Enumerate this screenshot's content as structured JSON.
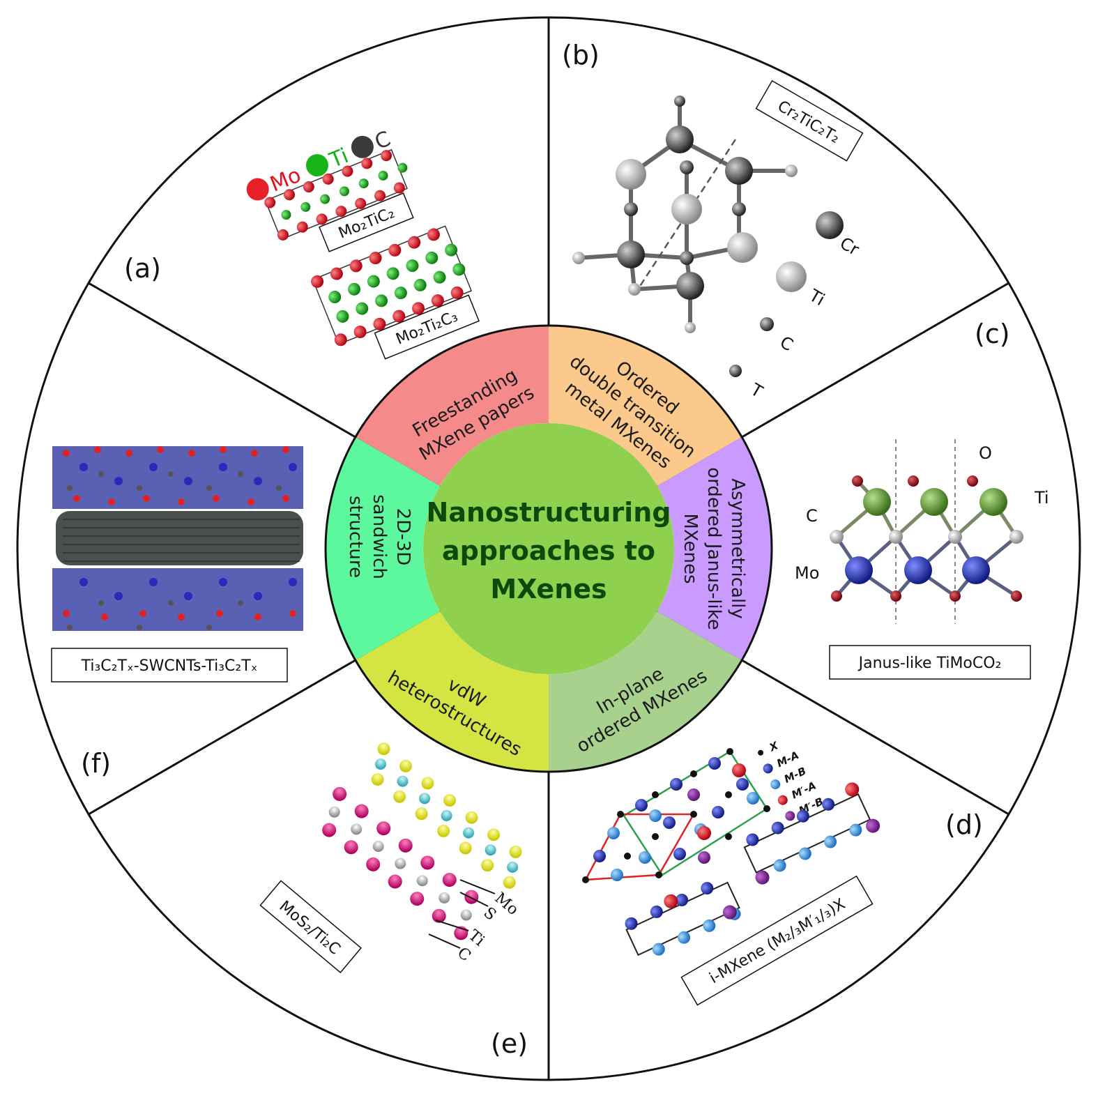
{
  "center": {
    "line1": "Nanostructuring",
    "line2": "approaches to",
    "line3": "MXenes",
    "color": "#8fd14f"
  },
  "segments": [
    {
      "id": "freestanding",
      "lines": [
        "Freestanding",
        "MXene papers"
      ],
      "color": "#f48a8a"
    },
    {
      "id": "ordered-double",
      "lines": [
        "Ordered",
        "double transition",
        "metal MXenes"
      ],
      "color": "#fbc98c"
    },
    {
      "id": "janus",
      "lines": [
        "Asymmetrically",
        "ordered Janus-like",
        "MXenes"
      ],
      "color": "#c99bff"
    },
    {
      "id": "in-plane",
      "lines": [
        "In-plane",
        "ordered MXenes"
      ],
      "color": "#a9d18e"
    },
    {
      "id": "vdw",
      "lines": [
        "vdW",
        "heterostructures"
      ],
      "color": "#d4e543"
    },
    {
      "id": "sandwich",
      "lines": [
        "2D-3D",
        "sandwich",
        "structure"
      ],
      "color": "#5df79e"
    }
  ],
  "panels": {
    "a": {
      "label": "(a)",
      "legend": [
        "Mo",
        "Ti",
        "C"
      ],
      "captions": [
        "Mo₂TiC₂",
        "Mo₂Ti₂C₃"
      ]
    },
    "b": {
      "label": "(b)",
      "caption": "Cr₂TiC₂T₂",
      "atoms": [
        "Cr",
        "Ti",
        "C",
        "T"
      ]
    },
    "c": {
      "label": "(c)",
      "caption": "Janus-like TiMoCO₂",
      "atoms": [
        "O",
        "Ti",
        "C",
        "Mo"
      ]
    },
    "d": {
      "label": "(d)",
      "caption": "i-MXene (M₂/₃M′₁/₃)X",
      "legend": [
        "X",
        "M-A",
        "M-B",
        "M′-A",
        "M′-B"
      ]
    },
    "e": {
      "label": "(e)",
      "caption": "MoS₂/Ti₂C",
      "atoms": [
        "Mo",
        "S",
        "Ti",
        "C"
      ]
    },
    "f": {
      "label": "(f)",
      "caption": "Ti₃C₂Tₓ-SWCNTs-Ti₃C₂Tₓ"
    }
  },
  "colors": {
    "mo_red": "#e0141e",
    "ti_green": "#12b312",
    "c_gray": "#3a3a3a",
    "blue_atom": "#2b3bb8",
    "magenta": "#e0157f",
    "yellow": "#f3f31a",
    "cyan": "#5fd3dc"
  }
}
